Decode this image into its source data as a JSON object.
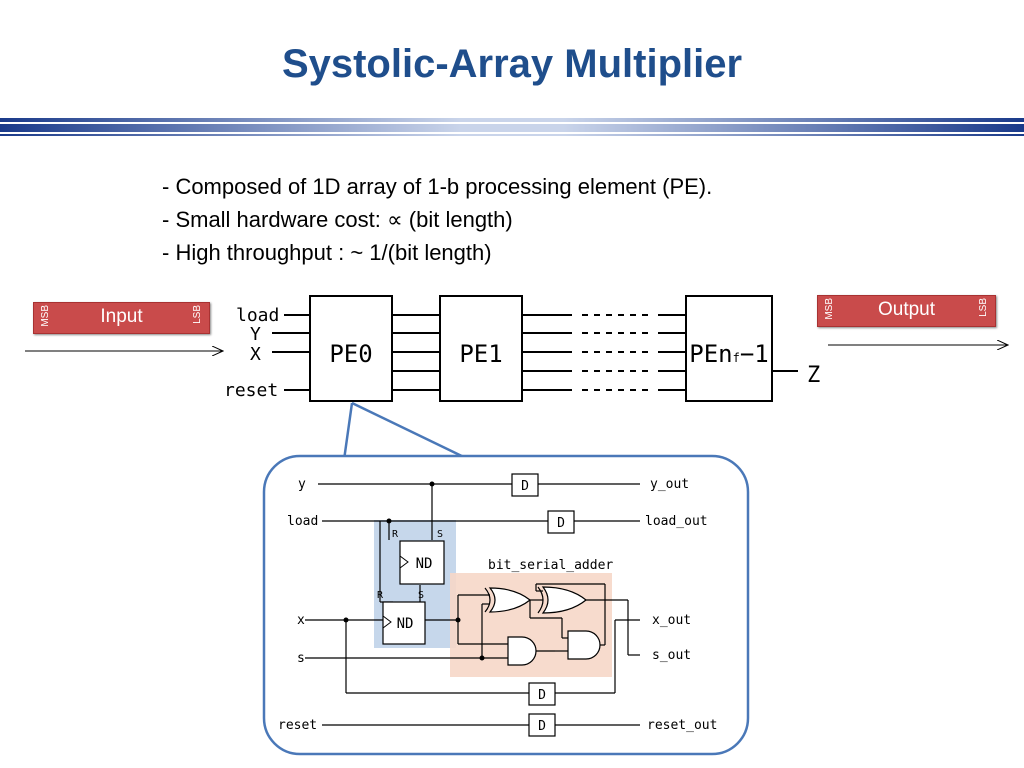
{
  "title": "Systolic-Array Multiplier",
  "bullets": [
    "- Composed of 1D array of 1-b processing element (PE).",
    "- Small hardware cost: ∝ (bit length)",
    "- High throughput : ~ 1/(bit length)"
  ],
  "input_tag": {
    "label": "Input",
    "msb": "MSB",
    "lsb": "LSB"
  },
  "output_tag": {
    "label": "Output",
    "msb": "MSB",
    "lsb": "LSB"
  },
  "array": {
    "signals": {
      "load": "load",
      "y": "Y",
      "x": "X",
      "reset": "reset",
      "z": "Z"
    },
    "pe0": "PE0",
    "pe1": "PE1",
    "pen_prefix": "PEn",
    "pen_sub": "f",
    "pen_suffix": "−1"
  },
  "detail": {
    "in_y": "y",
    "in_load": "load",
    "in_x": "x",
    "in_s": "s",
    "in_reset": "reset",
    "out_y": "y_out",
    "out_load": "load_out",
    "out_x": "x_out",
    "out_s": "s_out",
    "out_reset": "reset_out",
    "adder_label": "bit_serial_adder",
    "d_label": "D",
    "nd_label": "ND",
    "r_label": "R",
    "s_label": "S"
  }
}
